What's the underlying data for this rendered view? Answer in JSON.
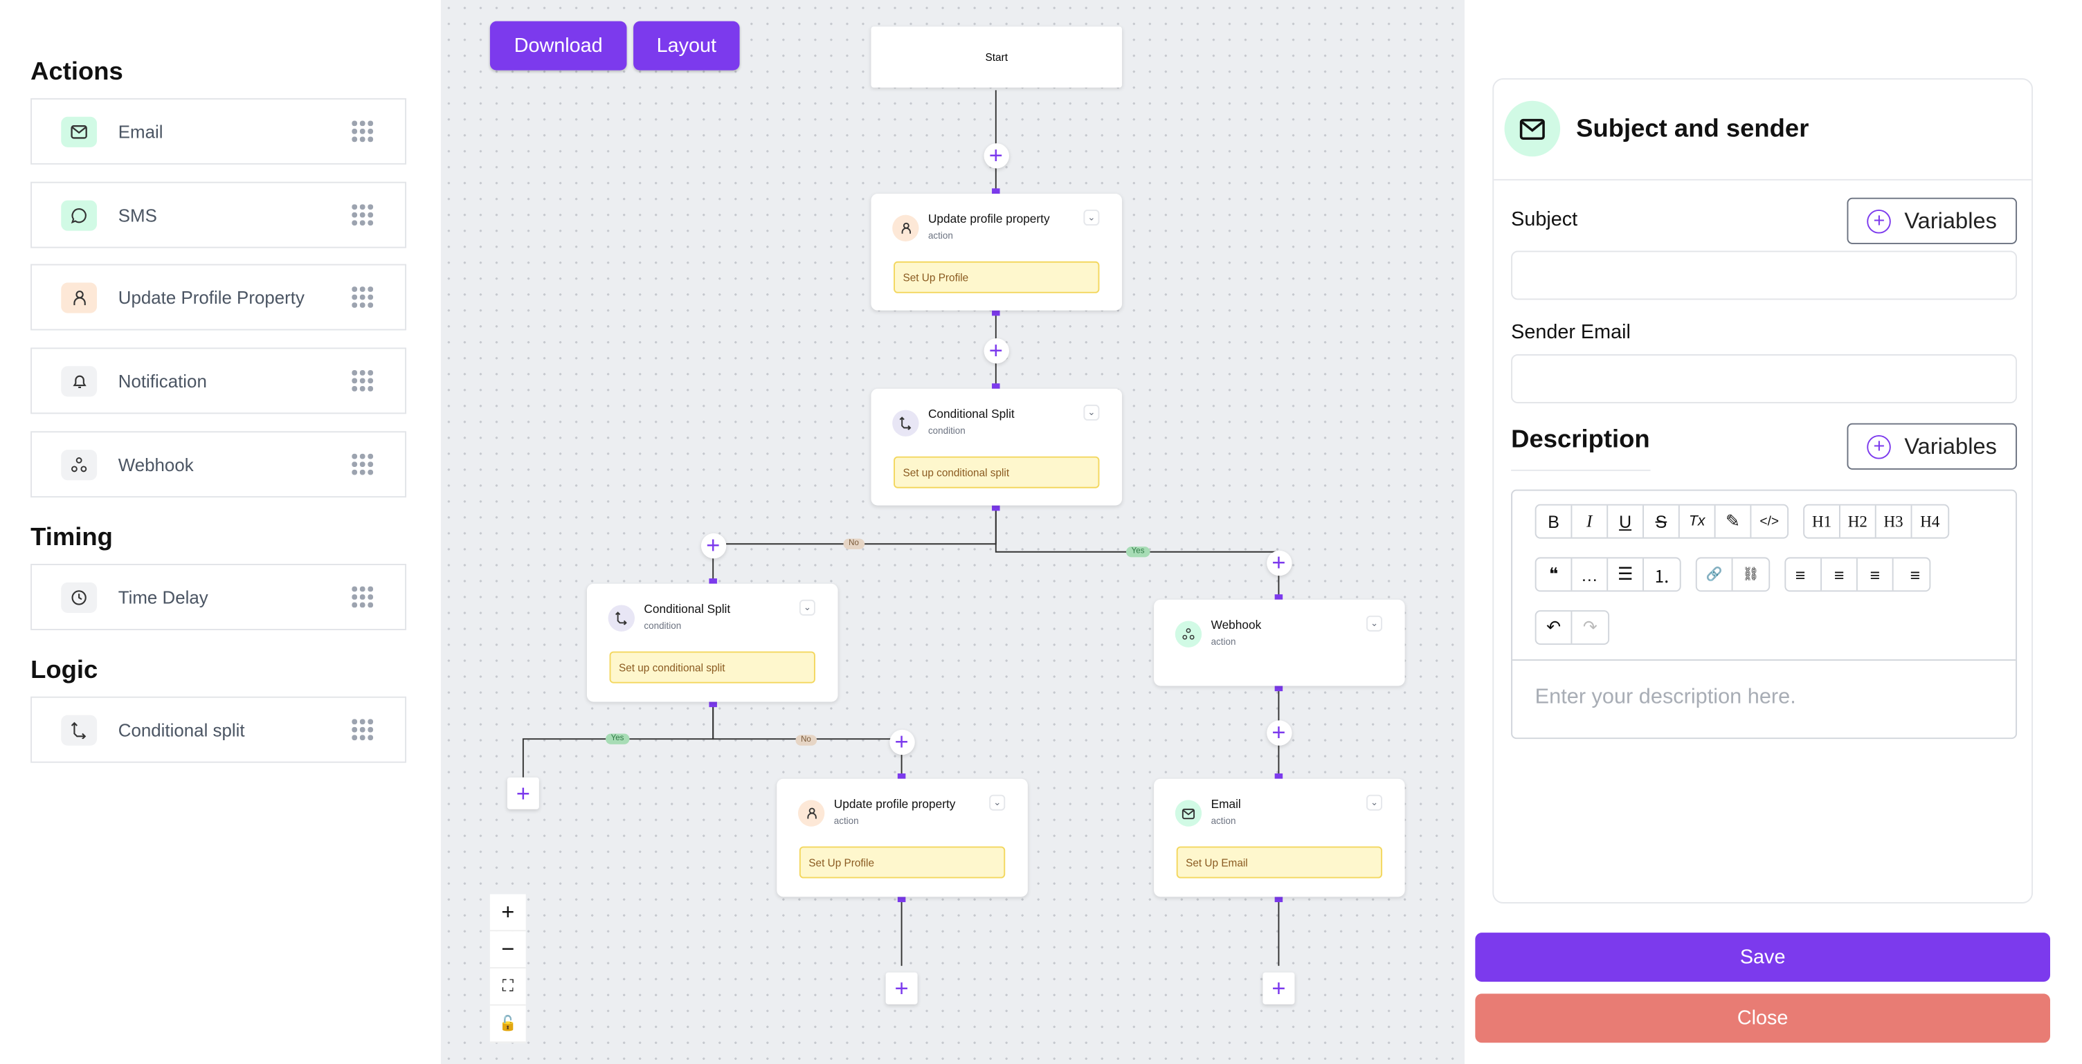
{
  "sidebar": {
    "sections": [
      {
        "title": "Actions",
        "items": [
          {
            "label": "Email",
            "icon": "mail-icon",
            "color": "#d1fae5"
          },
          {
            "label": "SMS",
            "icon": "chat-icon",
            "color": "#d1fae5"
          },
          {
            "label": "Update Profile Property",
            "icon": "user-icon",
            "color": "#fde8d7"
          },
          {
            "label": "Notification",
            "icon": "bell-icon",
            "color": "#f1f2f4"
          },
          {
            "label": "Webhook",
            "icon": "webhook-icon",
            "color": "#f1f2f4"
          }
        ]
      },
      {
        "title": "Timing",
        "items": [
          {
            "label": "Time Delay",
            "icon": "clock-icon",
            "color": "#f1f2f4"
          }
        ]
      },
      {
        "title": "Logic",
        "items": [
          {
            "label": "Conditional split",
            "icon": "split-icon",
            "color": "#f1f2f4"
          }
        ]
      }
    ]
  },
  "toolbar": {
    "download": "Download",
    "layout": "Layout"
  },
  "flow": {
    "start": "Start",
    "nodes": [
      {
        "title": "Update profile property",
        "type": "action",
        "box": "Set Up Profile"
      },
      {
        "title": "Conditional Split",
        "type": "condition",
        "box": "Set up conditional split"
      },
      {
        "title": "Conditional Split",
        "type": "condition",
        "box": "Set up conditional split"
      },
      {
        "title": "Webhook",
        "type": "action"
      },
      {
        "title": "Update profile property",
        "type": "action",
        "box": "Set Up Profile"
      },
      {
        "title": "Email",
        "type": "action",
        "box": "Set Up Email"
      }
    ],
    "labels": {
      "no": "No",
      "yes": "Yes"
    }
  },
  "panel": {
    "title": "Subject and sender",
    "subject_label": "Subject",
    "sender_label": "Sender Email",
    "description_label": "Description",
    "variables": "Variables",
    "placeholder": "Enter your description here.",
    "toolbar": {
      "row1a": [
        "B",
        "I",
        "U",
        "S",
        "Tx",
        "✎",
        "</>"
      ],
      "row1b": [
        "H1",
        "H2",
        "H3",
        "H4"
      ],
      "row2a": [
        "❝",
        "…",
        "☰",
        "⒈"
      ],
      "row2b": [
        "🔗",
        "⛓"
      ],
      "row2c": [
        "≡",
        "≡",
        "≡",
        "≡"
      ],
      "row3": [
        "↶",
        "↷"
      ]
    },
    "save": "Save",
    "close": "Close"
  },
  "colors": {
    "accent": "#7c3aed",
    "close": "#e87c74"
  }
}
